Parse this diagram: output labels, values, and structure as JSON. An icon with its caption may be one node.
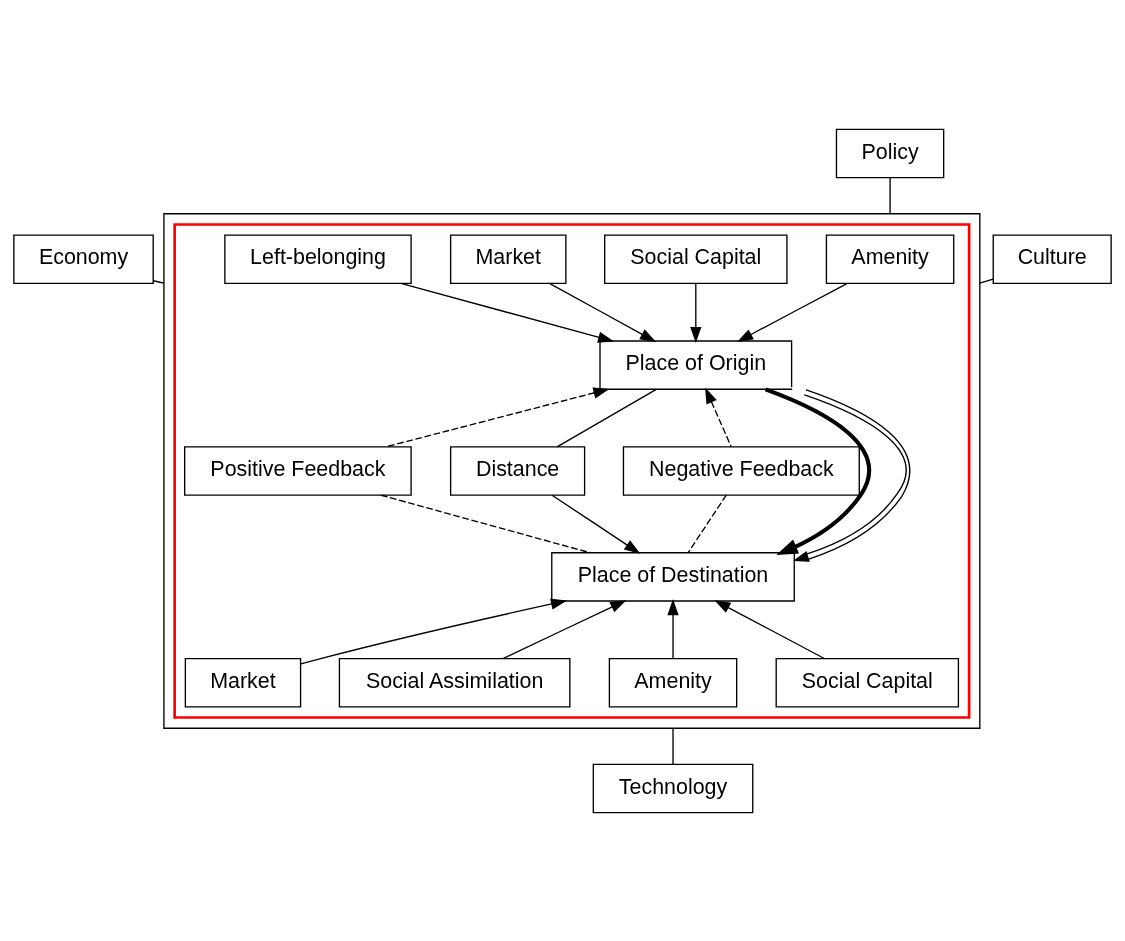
{
  "diagram": {
    "nodes": [
      {
        "text": [],
        "shape": "box"
      },
      {
        "text": [],
        "shape": "box",
        "in": 0
      },
      {
        "text": [
          "Policy"
        ]
      },
      {
        "text": [
          "Economy"
        ]
      },
      {
        "text": [
          "Culture"
        ]
      },
      {
        "text": [
          "Technology"
        ]
      },
      {
        "text": [
          "Amenity"
        ],
        "in": 1
      },
      {
        "text": [
          "Social Capital"
        ],
        "in": 1
      },
      {
        "text": [
          "Market"
        ],
        "in": 1
      },
      {
        "text": [
          "Left-belonging"
        ],
        "in": 1
      },
      {
        "text": [
          "Place of Origin"
        ],
        "in": 1
      },
      {
        "text": [
          "Positive Feedback"
        ],
        "in": 1
      },
      {
        "text": [
          "Distance"
        ],
        "in": 1
      },
      {
        "text": [
          "Negative Feedback"
        ],
        "in": 1
      },
      {
        "text": [
          "Place of Destination"
        ],
        "in": 1
      },
      {
        "text": [
          "Market"
        ],
        "in": 1
      },
      {
        "text": [
          "Social Assimilation"
        ],
        "in": 1
      },
      {
        "text": [
          "Amenity"
        ],
        "in": 1
      },
      {
        "text": [
          "Social Capital"
        ],
        "in": 1
      }
    ],
    "edges": [
      {
        "from": 2,
        "to": 0,
        "arrow": "none"
      },
      {
        "from": 3,
        "to": 0,
        "arrow": "none"
      },
      {
        "from": 4,
        "to": 0,
        "arrow": "none"
      },
      {
        "from": 0,
        "to": 5,
        "arrow": "none"
      },
      {
        "from": 6,
        "to": 10,
        "arrow": "to"
      },
      {
        "from": 7,
        "to": 10,
        "arrow": "to"
      },
      {
        "from": 8,
        "to": 10,
        "arrow": "to"
      },
      {
        "from": 9,
        "to": 10,
        "arrow": "to"
      },
      {
        "from": 10,
        "to": 14,
        "arrow": "to",
        "style": "thick"
      },
      {
        "from": 14,
        "to": 10,
        "arrow": "both"
      },
      {
        "from": 10,
        "to": 12,
        "arrow": "none"
      },
      {
        "from": 12,
        "to": 14,
        "arrow": "to"
      },
      {
        "from": 11,
        "to": 10,
        "arrow": "to",
        "style": "dashed"
      },
      {
        "from": 14,
        "to": 11,
        "arrow": "none",
        "style": "dashed"
      },
      {
        "from": 13,
        "to": 10,
        "arrow": "to",
        "style": "dashed"
      },
      {
        "from": 14,
        "to": 13,
        "arrow": "none",
        "style": "dashed"
      },
      {
        "from": 15,
        "to": 14,
        "arrow": "to"
      },
      {
        "from": 16,
        "to": 14,
        "arrow": "to"
      },
      {
        "from": 17,
        "to": 14,
        "arrow": "to"
      },
      {
        "from": 18,
        "to": 14,
        "arrow": "to"
      }
    ]
  }
}
